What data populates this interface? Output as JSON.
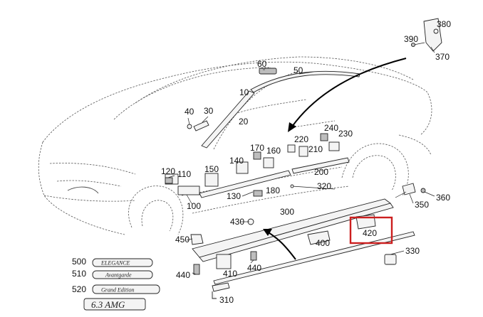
{
  "callouts": {
    "c10": "10",
    "c20": "20",
    "c30": "30",
    "c40": "40",
    "c50": "50",
    "c60": "60",
    "c100": "100",
    "c110": "110",
    "c120": "120",
    "c130": "130",
    "c140": "140",
    "c150": "150",
    "c160": "160",
    "c170": "170",
    "c180": "180",
    "c200": "200",
    "c210": "210",
    "c220": "220",
    "c230": "230",
    "c240": "240",
    "c300": "300",
    "c310": "310",
    "c320": "320",
    "c330": "330",
    "c350": "350",
    "c360": "360",
    "c370": "370",
    "c380": "380",
    "c390": "390",
    "c400": "400",
    "c410": "410",
    "c420": "420",
    "c430": "430",
    "c440a": "440",
    "c440b": "440",
    "c450": "450",
    "c500": "500",
    "c510": "510",
    "c520": "520"
  },
  "badges": {
    "elegance": "ELEGANCE",
    "avantgarde": "Avantgarde",
    "grand_edition": "Grand Edition",
    "amg": "6.3 AMG"
  },
  "highlight_color": "#cc1f1f"
}
